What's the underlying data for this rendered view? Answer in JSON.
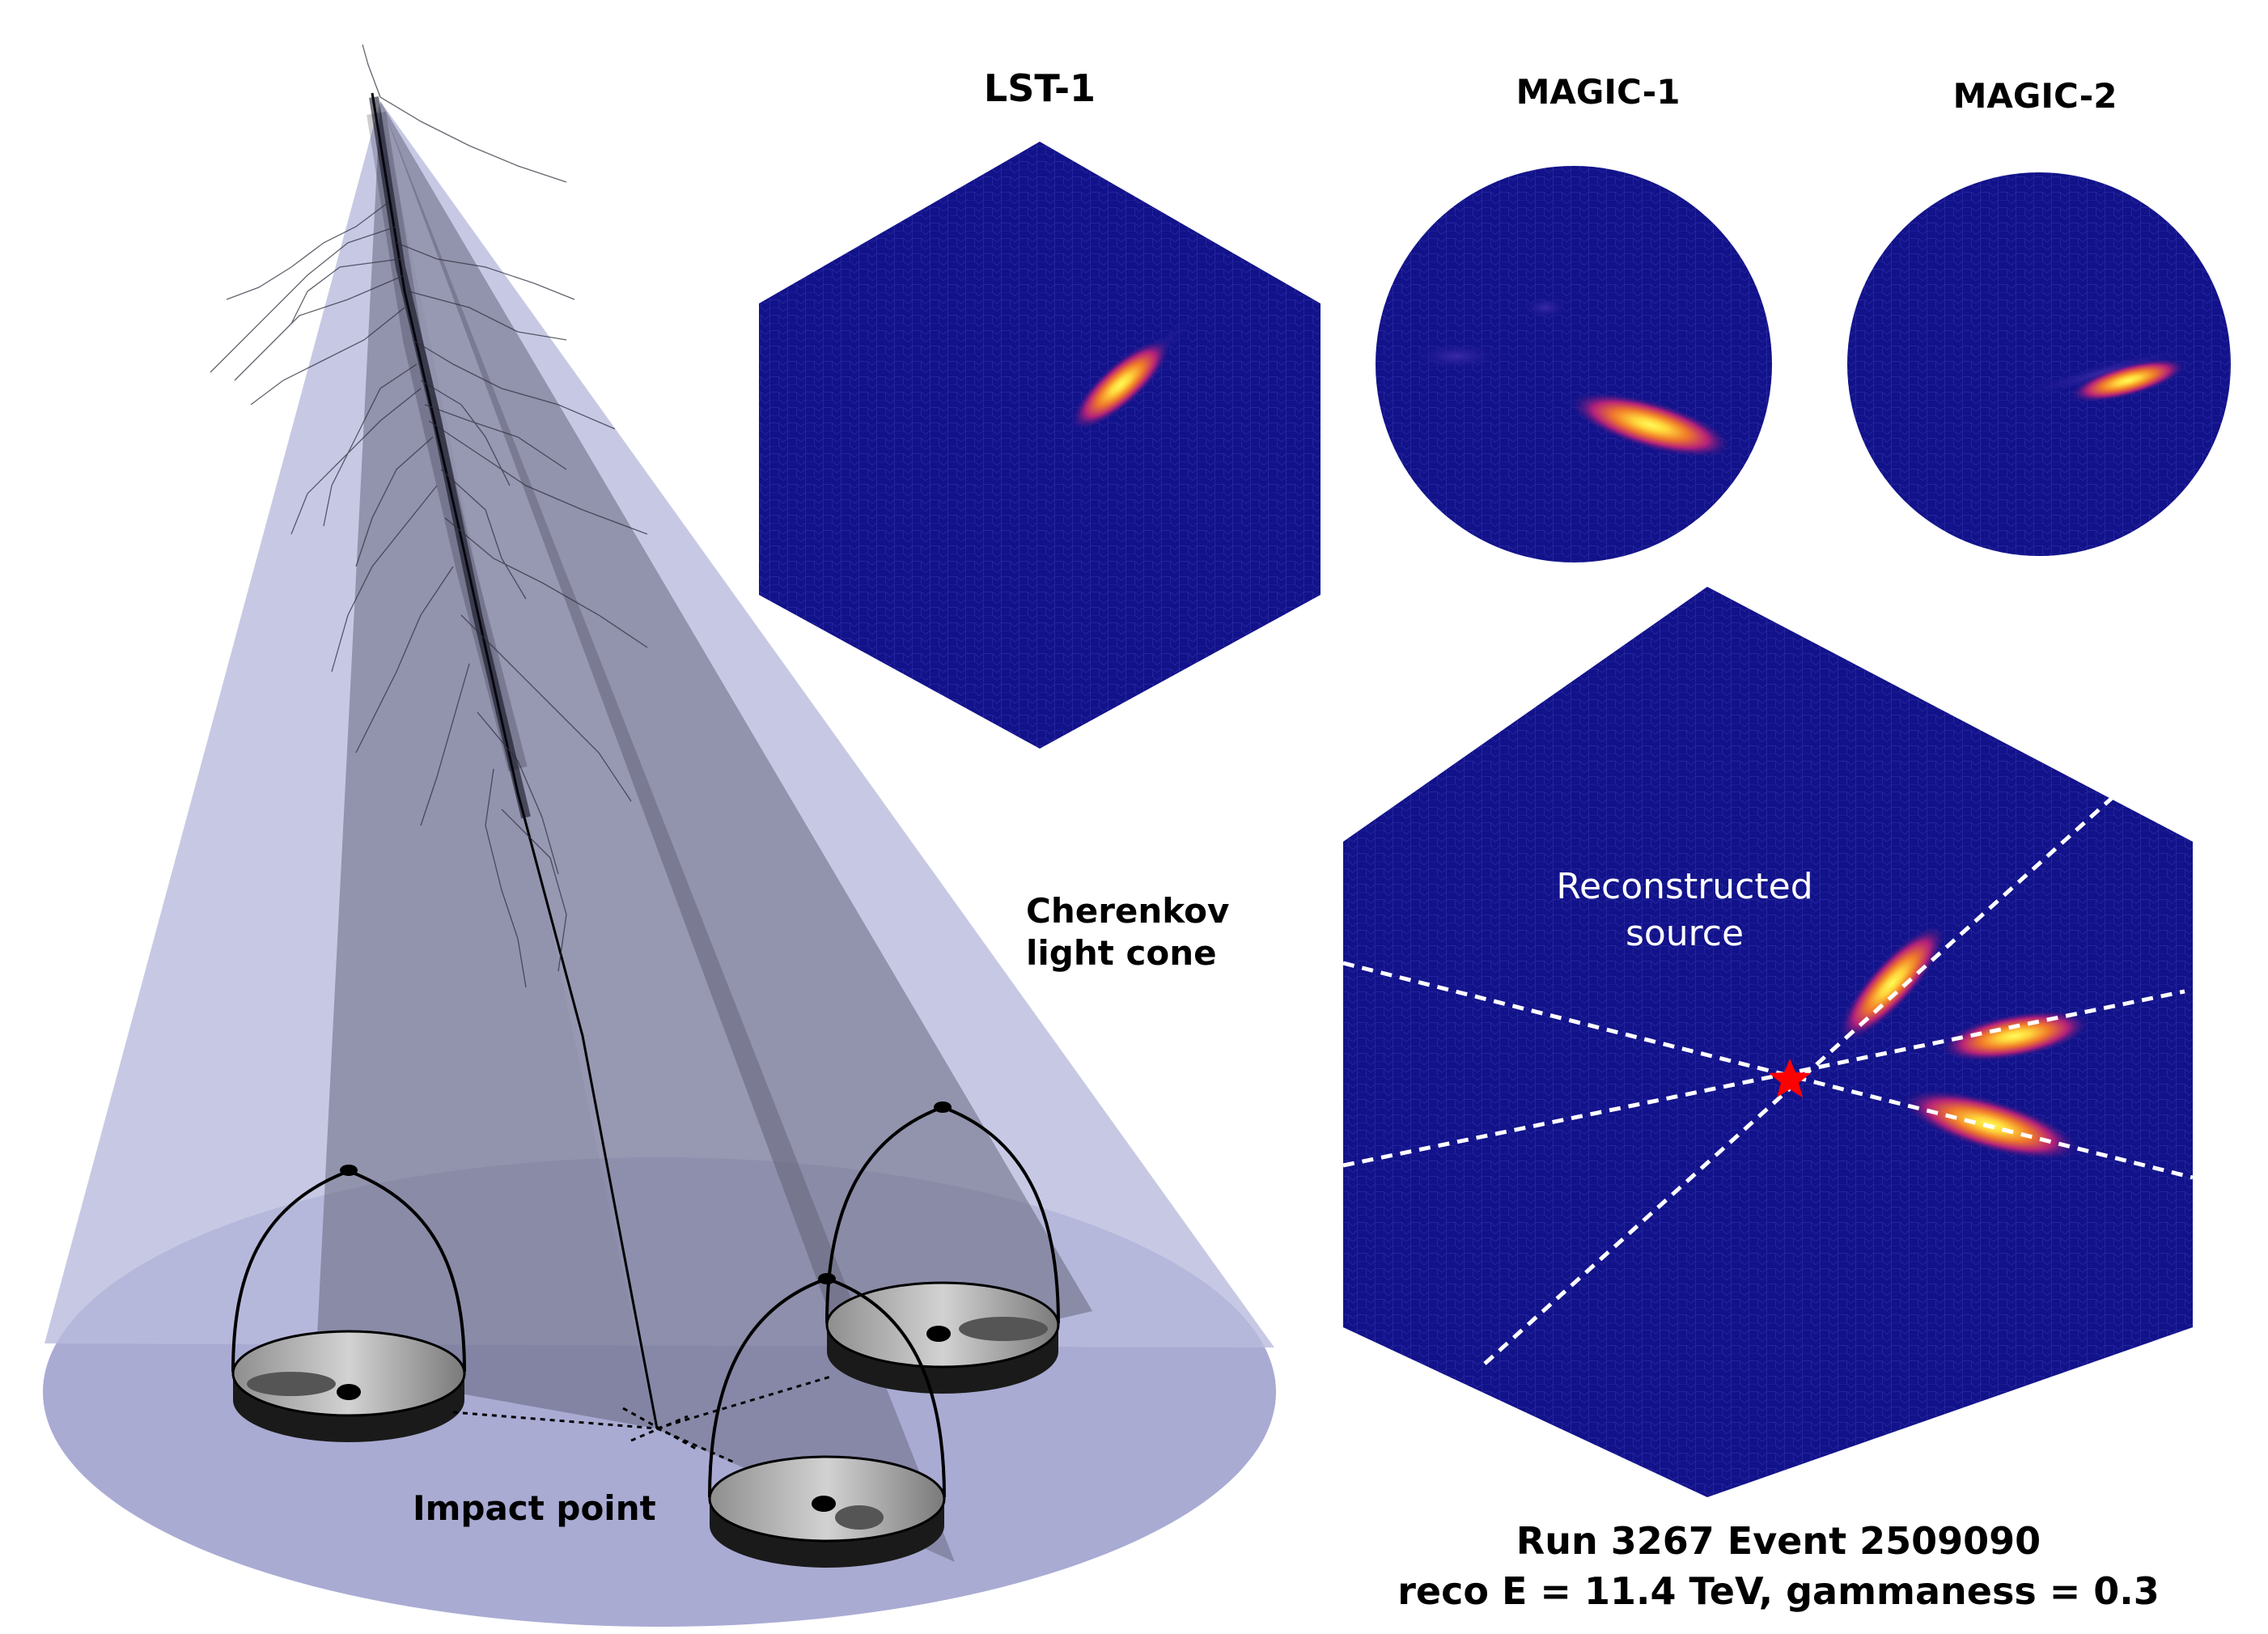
{
  "cameras": {
    "lst1": {
      "title": "LST-1"
    },
    "magic1": {
      "title": "MAGIC-1"
    },
    "magic2": {
      "title": "MAGIC-2"
    }
  },
  "shower": {
    "cone_label_line1": "Cherenkov",
    "cone_label_line2": "light cone",
    "impact_label": "Impact point"
  },
  "stereo": {
    "source_label_line1": "Reconstructed",
    "source_label_line2": "source",
    "run_info": "Run 3267 Event 2509090",
    "reco_info": "reco E = 11.4 TeV,  gammaness = 0.3"
  },
  "colors": {
    "camera_bg": "#12128a",
    "cone": "#b9bcdd",
    "ground": "#a9abd3",
    "star": "#ff0000",
    "text": "#000000"
  }
}
